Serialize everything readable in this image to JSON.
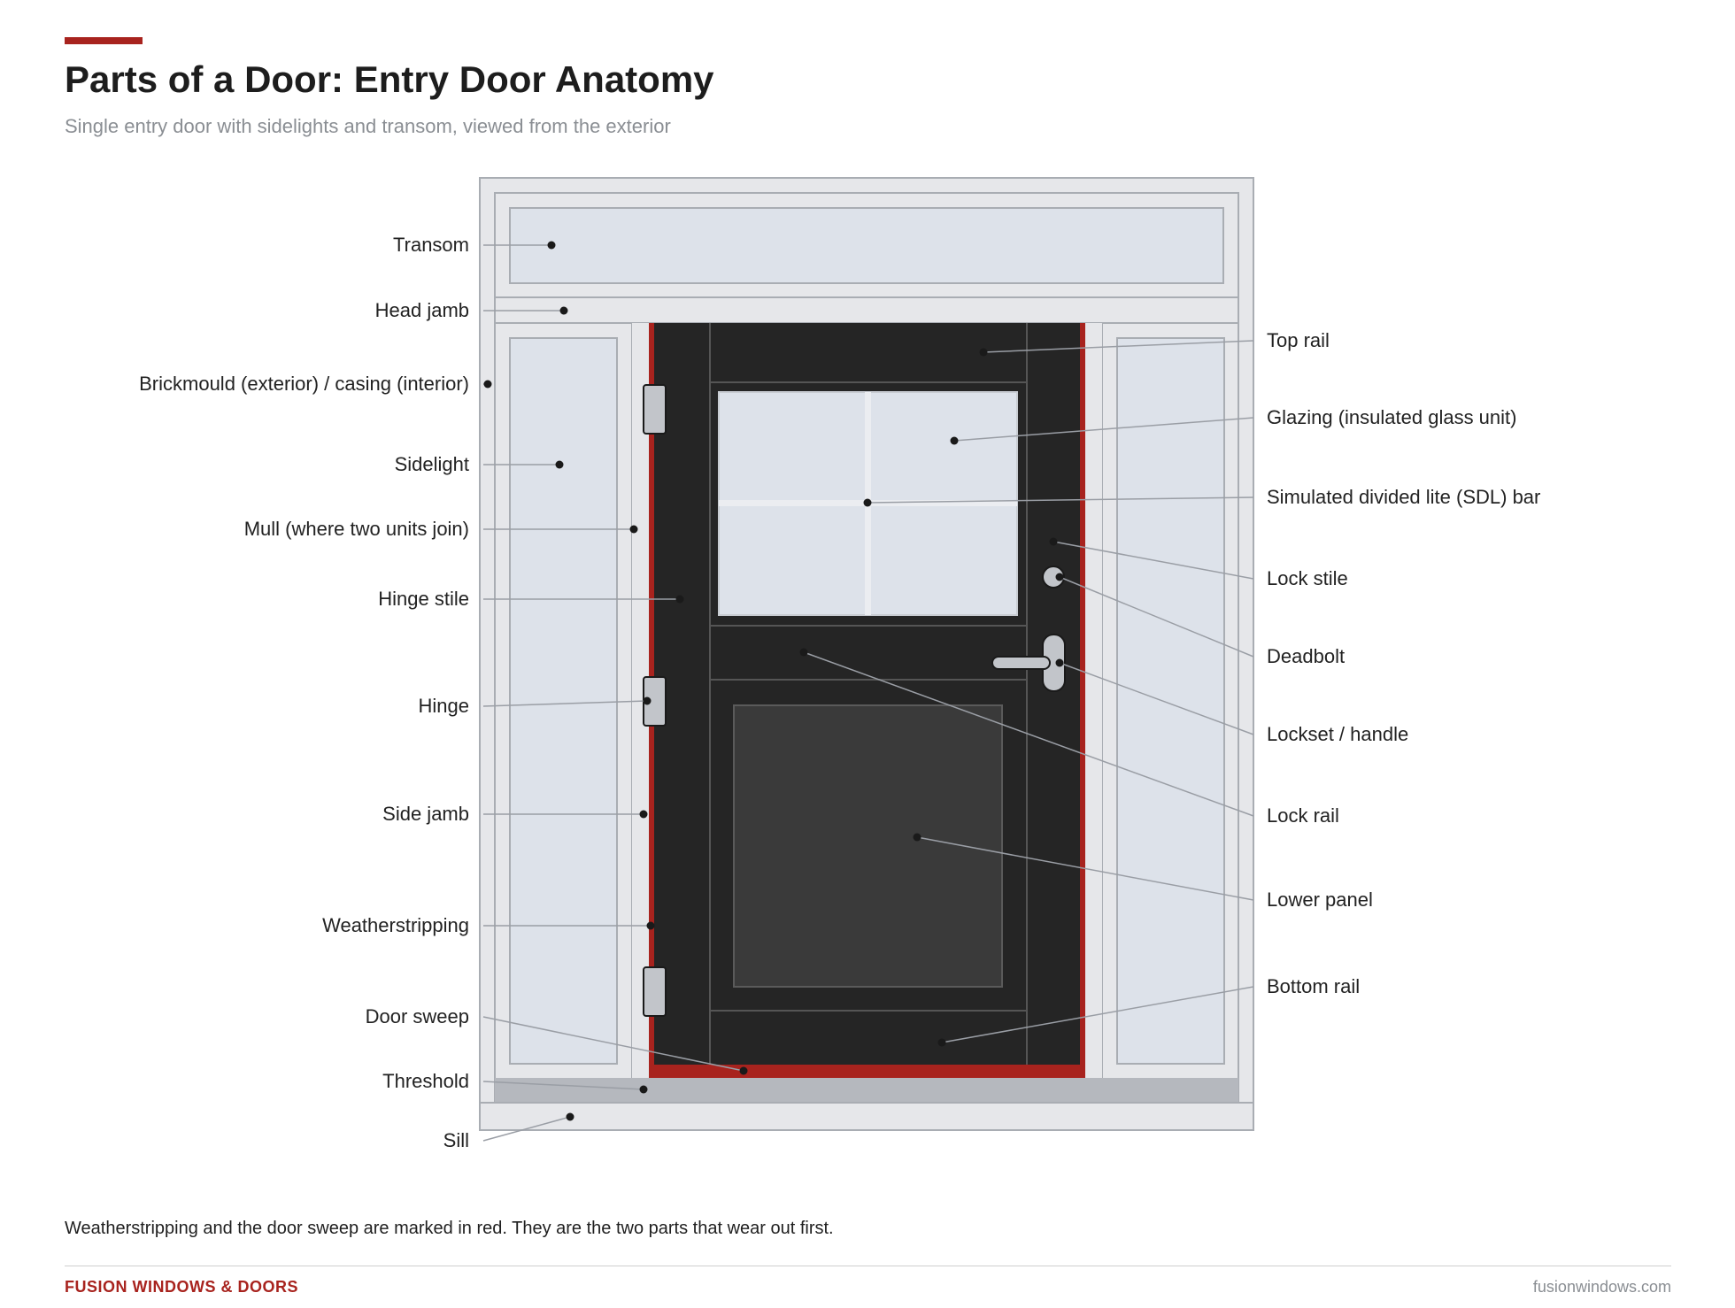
{
  "header": {
    "title": "Parts of a Door: Entry Door Anatomy",
    "subtitle": "Single entry door with sidelights and transom, viewed from the exterior"
  },
  "labels": {
    "transom": "Transom",
    "head_jamb": "Head jamb",
    "brickmould": "Brickmould (exterior) / casing (interior)",
    "sidelight": "Sidelight",
    "mull": "Mull (where two units join)",
    "hinge_stile": "Hinge stile",
    "hinge": "Hinge",
    "side_jamb": "Side jamb",
    "weatherstripping": "Weatherstripping",
    "door_sweep": "Door sweep",
    "threshold": "Threshold",
    "sill": "Sill",
    "top_rail": "Top rail",
    "glazing": "Glazing (insulated glass unit)",
    "sdl_bar": "Simulated divided lite (SDL) bar",
    "lock_stile": "Lock stile",
    "deadbolt": "Deadbolt",
    "lockset": "Lockset / handle",
    "lock_rail": "Lock rail",
    "lower_panel": "Lower panel",
    "bottom_rail": "Bottom rail"
  },
  "note": "Weatherstripping and the door sweep are marked in red. They are the two parts that wear out first.",
  "footer": {
    "brand": "FUSION WINDOWS & DOORS",
    "site": "fusionwindows.com"
  },
  "colors": {
    "accent": "#a8231e",
    "door": "#252525",
    "panel": "#3a3a3a",
    "glass": "#dde2ea",
    "frame": "#e6e7ea",
    "frame_line": "#a9adb3",
    "hardware": "#c2c5ca",
    "threshold": "#b5b8be",
    "leader": "#9a9ea5",
    "dot": "#1a1a1a"
  }
}
